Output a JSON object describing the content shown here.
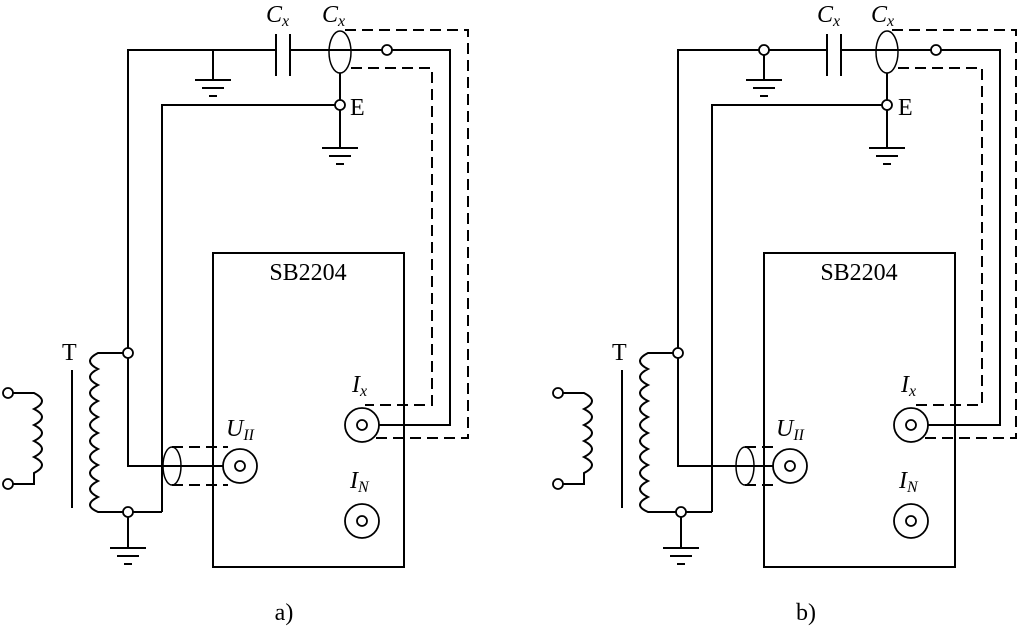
{
  "panels": [
    {
      "id": "a",
      "caption": "a)",
      "instrument": "SB2204",
      "transformer": "T",
      "capacitor": {
        "main": "C",
        "sub": "x"
      },
      "shield": {
        "main": "C",
        "sub": "x"
      },
      "earth": "E",
      "u_terminal": {
        "main": "U",
        "sub": "II"
      },
      "ix_terminal": {
        "main": "I",
        "sub": "x"
      },
      "in_terminal": {
        "main": "I",
        "sub": "N"
      }
    },
    {
      "id": "b",
      "caption": "b)",
      "instrument": "SB2204",
      "transformer": "T",
      "capacitor": {
        "main": "C",
        "sub": "x"
      },
      "shield": {
        "main": "C",
        "sub": "x"
      },
      "earth": "E",
      "u_terminal": {
        "main": "U",
        "sub": "II"
      },
      "ix_terminal": {
        "main": "I",
        "sub": "x"
      },
      "in_terminal": {
        "main": "I",
        "sub": "N"
      }
    }
  ]
}
